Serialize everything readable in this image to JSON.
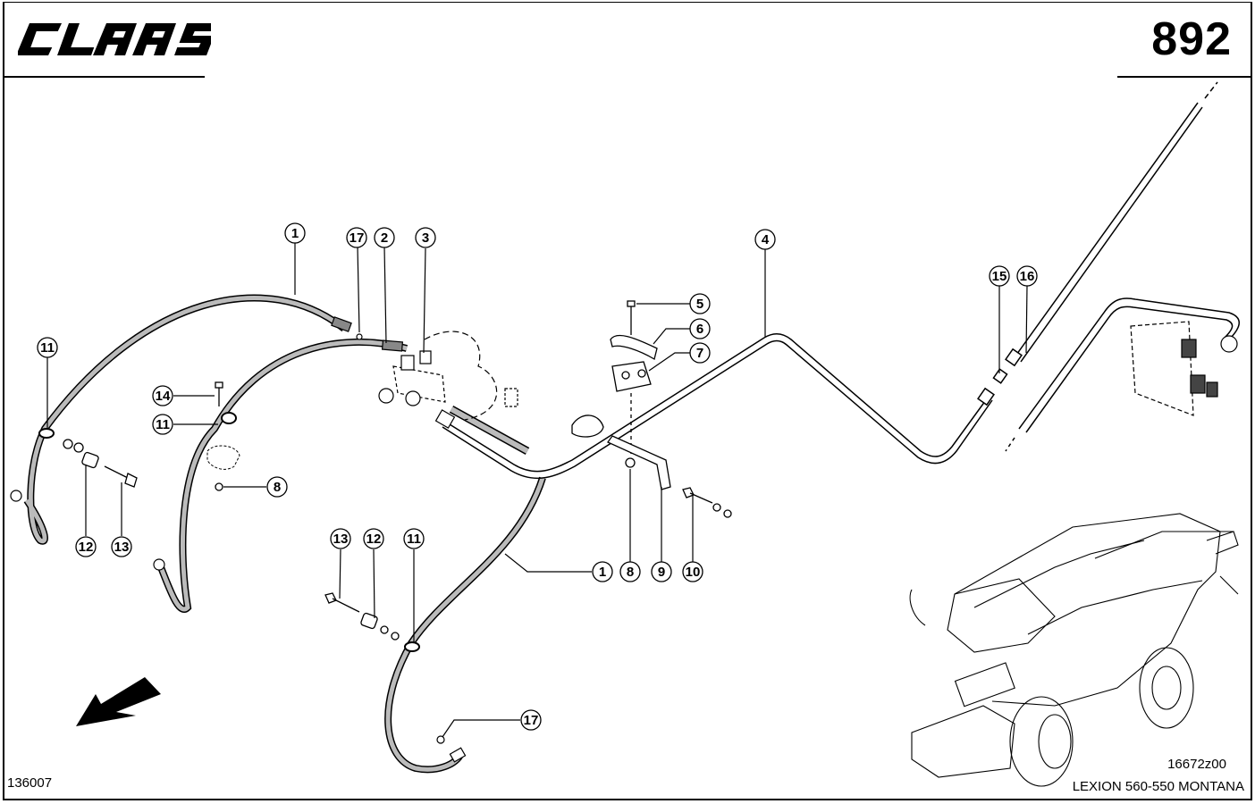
{
  "header": {
    "brand": "CLAAS",
    "page_number": "892"
  },
  "callouts": [
    {
      "id": "c1a",
      "label": "1"
    },
    {
      "id": "c17a",
      "label": "17"
    },
    {
      "id": "c2",
      "label": "2"
    },
    {
      "id": "c3",
      "label": "3"
    },
    {
      "id": "c4",
      "label": "4"
    },
    {
      "id": "c5",
      "label": "5"
    },
    {
      "id": "c6",
      "label": "6"
    },
    {
      "id": "c7",
      "label": "7"
    },
    {
      "id": "c15",
      "label": "15"
    },
    {
      "id": "c16",
      "label": "16"
    },
    {
      "id": "c11a",
      "label": "11"
    },
    {
      "id": "c14",
      "label": "14"
    },
    {
      "id": "c11b",
      "label": "11"
    },
    {
      "id": "c8a",
      "label": "8"
    },
    {
      "id": "c12a",
      "label": "12"
    },
    {
      "id": "c13a",
      "label": "13"
    },
    {
      "id": "c13b",
      "label": "13"
    },
    {
      "id": "c12b",
      "label": "12"
    },
    {
      "id": "c11c",
      "label": "11"
    },
    {
      "id": "c1b",
      "label": "1"
    },
    {
      "id": "c8b",
      "label": "8"
    },
    {
      "id": "c9",
      "label": "9"
    },
    {
      "id": "c10",
      "label": "10"
    },
    {
      "id": "c17b",
      "label": "17"
    }
  ],
  "footer": {
    "drawing_id": "136007",
    "image_code": "16672z00",
    "model": "LEXION 560-550 MONTANA"
  },
  "direction_arrow": "arrow-down-left"
}
